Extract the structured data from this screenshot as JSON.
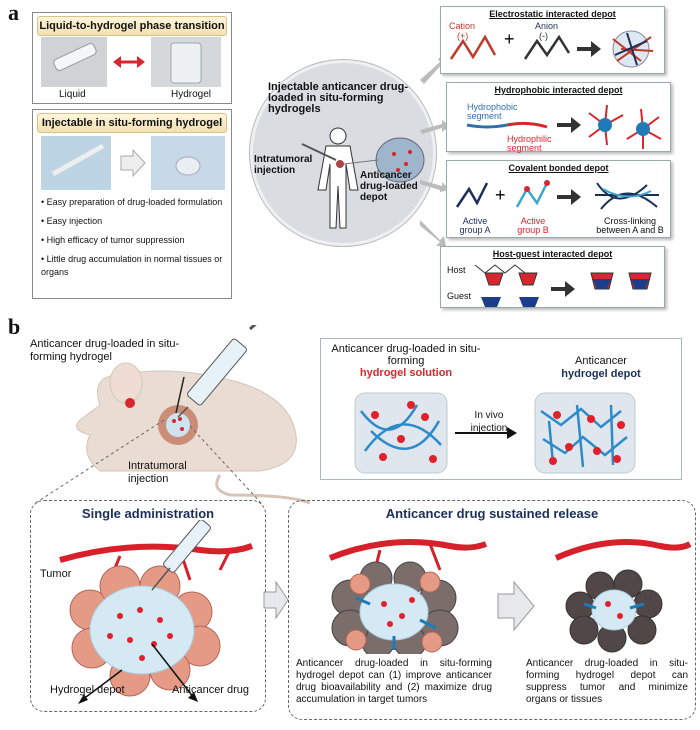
{
  "panel_a": {
    "letter": "a",
    "phase_box": {
      "title": "Liquid-to-hydrogel phase transition",
      "left_label": "Liquid",
      "right_label": "Hydrogel"
    },
    "inject_box": {
      "title": "Injectable in situ-forming hydrogel",
      "bullets": [
        "Easy preparation of drug-loaded formulation",
        "Easy injection",
        "High efficacy of tumor suppression",
        "Little drug accumulation in normal tissues or organs"
      ]
    },
    "circle": {
      "title": "Injectable anticancer drug-loaded in situ-forming hydrogels",
      "injection_label": "Intratumoral injection",
      "depot_label": "Anticancer drug-loaded depot"
    },
    "depots": [
      {
        "title": "Electrostatic interacted depot",
        "labels": [
          "Cation",
          "(+)",
          "Anion",
          "(-)"
        ]
      },
      {
        "title": "Hydrophobic interacted depot",
        "labels": [
          "Hydrophobic segment",
          "Hydrophilic segment"
        ]
      },
      {
        "title": "Covalent bonded depot",
        "labels": [
          "Active group A",
          "Active group B",
          "Cross-linking between A and B"
        ]
      },
      {
        "title": "Host-guest interacted depot",
        "labels": [
          "Host",
          "Guest"
        ]
      }
    ]
  },
  "panel_b": {
    "letter": "b",
    "syringe_label": "Anticancer drug-loaded in situ-forming hydrogel",
    "intratumoral_label": "Intratumoral injection",
    "transition": {
      "left_title": "Anticancer drug-loaded in situ-forming",
      "left_emph": "hydrogel solution",
      "arrow_label": "In vivo injection",
      "right_title": "Anticancer",
      "right_emph": "hydrogel depot"
    },
    "single": {
      "title": "Single administration",
      "tumor": "Tumor",
      "hydrogel": "Hydrogel depot",
      "drug": "Anticancer drug"
    },
    "sustained": {
      "title": "Anticancer drug sustained release",
      "text_left": "Anticancer drug-loaded in situ-forming hydrogel depot can (1) improve anticancer drug bioavailability and (2) maximize drug accumulation in target tumors",
      "text_right": "Anticancer drug-loaded in situ-forming hydrogel depot can suppress tumor and minimize organs or tissues"
    }
  },
  "colors": {
    "drug_red": "#e2202a",
    "polymer_blue": "#2e8bc9",
    "circle_bg": "#d9dde2",
    "header_gold": "#f3e0b0"
  }
}
